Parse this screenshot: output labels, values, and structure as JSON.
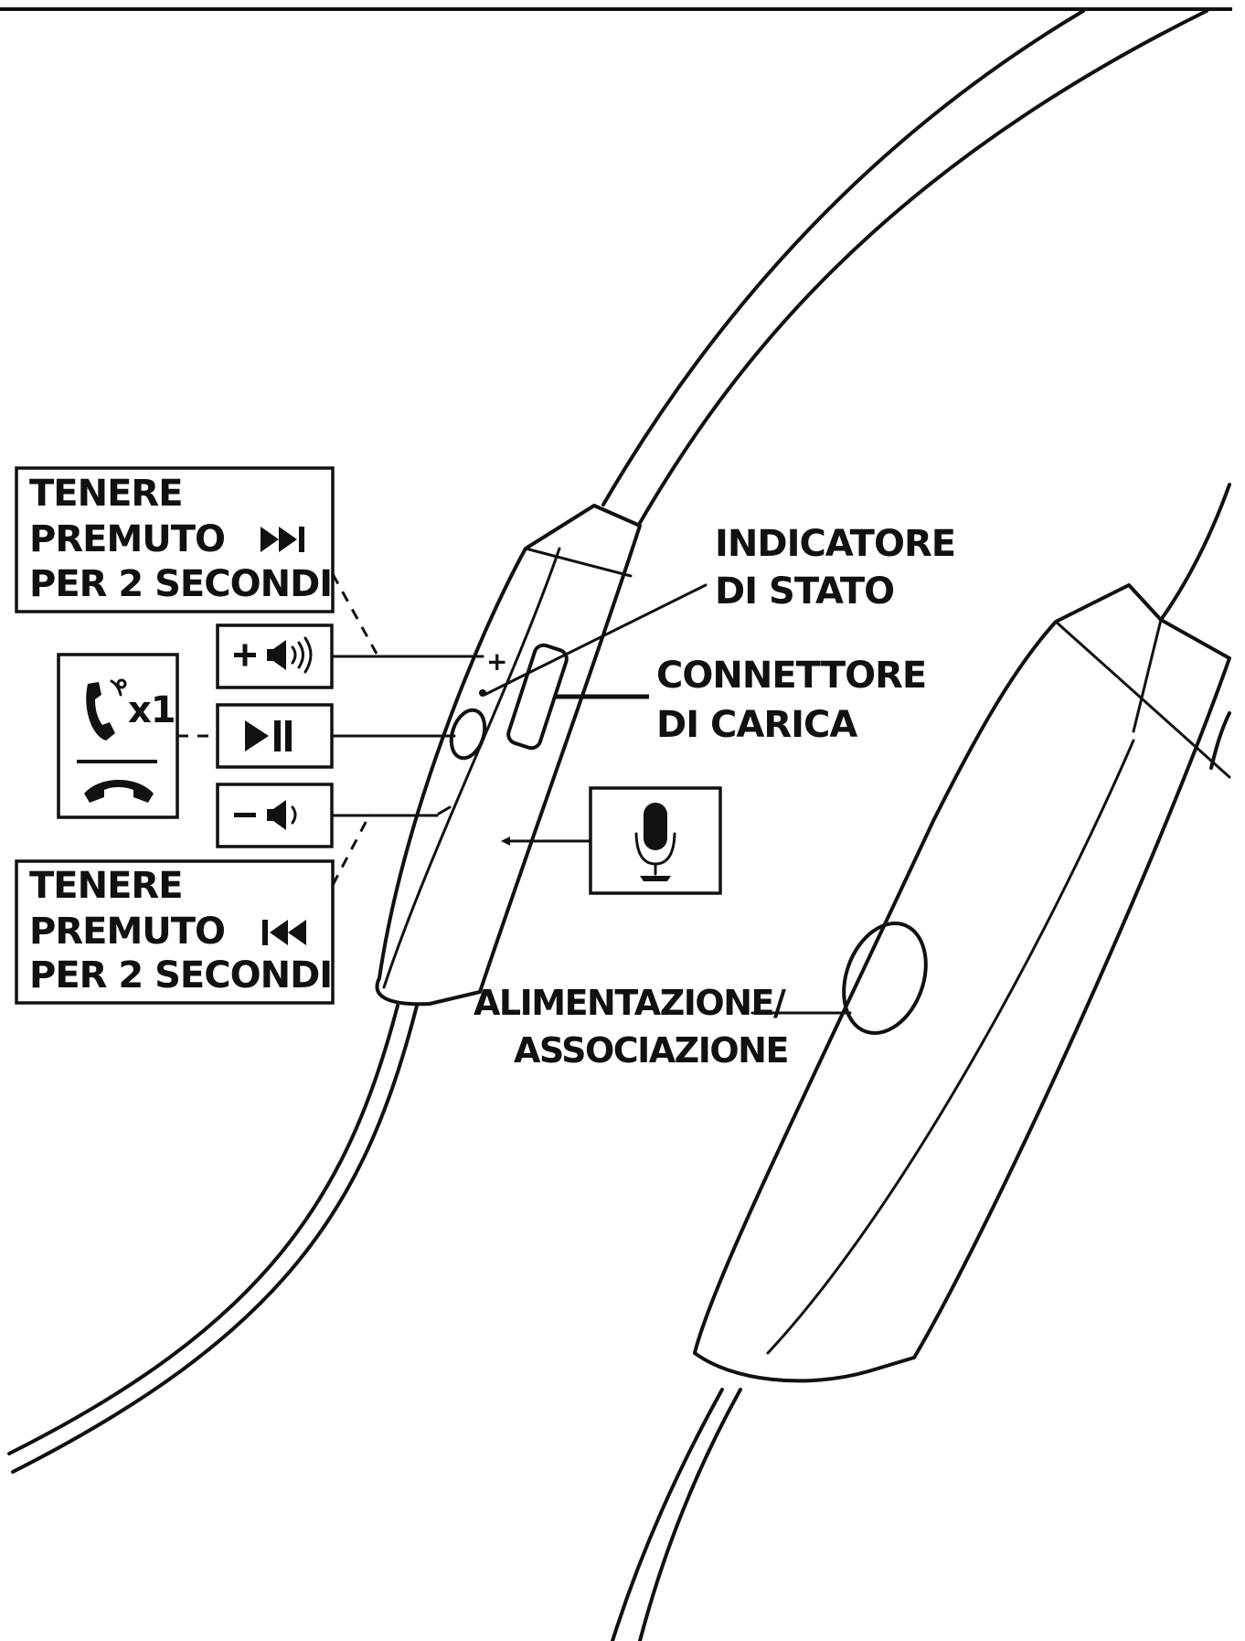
{
  "labels": {
    "skip_next": {
      "line1": "TENERE",
      "line2": "PREMUTO",
      "line3": "PER 2 SECONDI"
    },
    "skip_prev": {
      "line1": "TENERE",
      "line2": "PREMUTO",
      "line3": "PER 2 SECONDI"
    },
    "call_count": "x1",
    "status_indicator": {
      "line1": "INDICATORE",
      "line2": "DI STATO"
    },
    "charging_connector": {
      "line1": "CONNETTORE",
      "line2": "DI CARICA"
    },
    "power_pairing": {
      "line1": "ALIMENTAZIONE/",
      "line2": "ASSOCIAZIONE"
    }
  },
  "icons": {
    "skip_next": "skip-next-icon",
    "skip_prev": "skip-previous-icon",
    "volume_up": "volume-up-icon",
    "play_pause": "play-pause-icon",
    "volume_down": "volume-down-icon",
    "call_answer": "phone-answer-icon",
    "call_end": "phone-hangup-icon",
    "microphone": "microphone-icon"
  },
  "colors": {
    "ink": "#111111",
    "background": "#ffffff"
  }
}
